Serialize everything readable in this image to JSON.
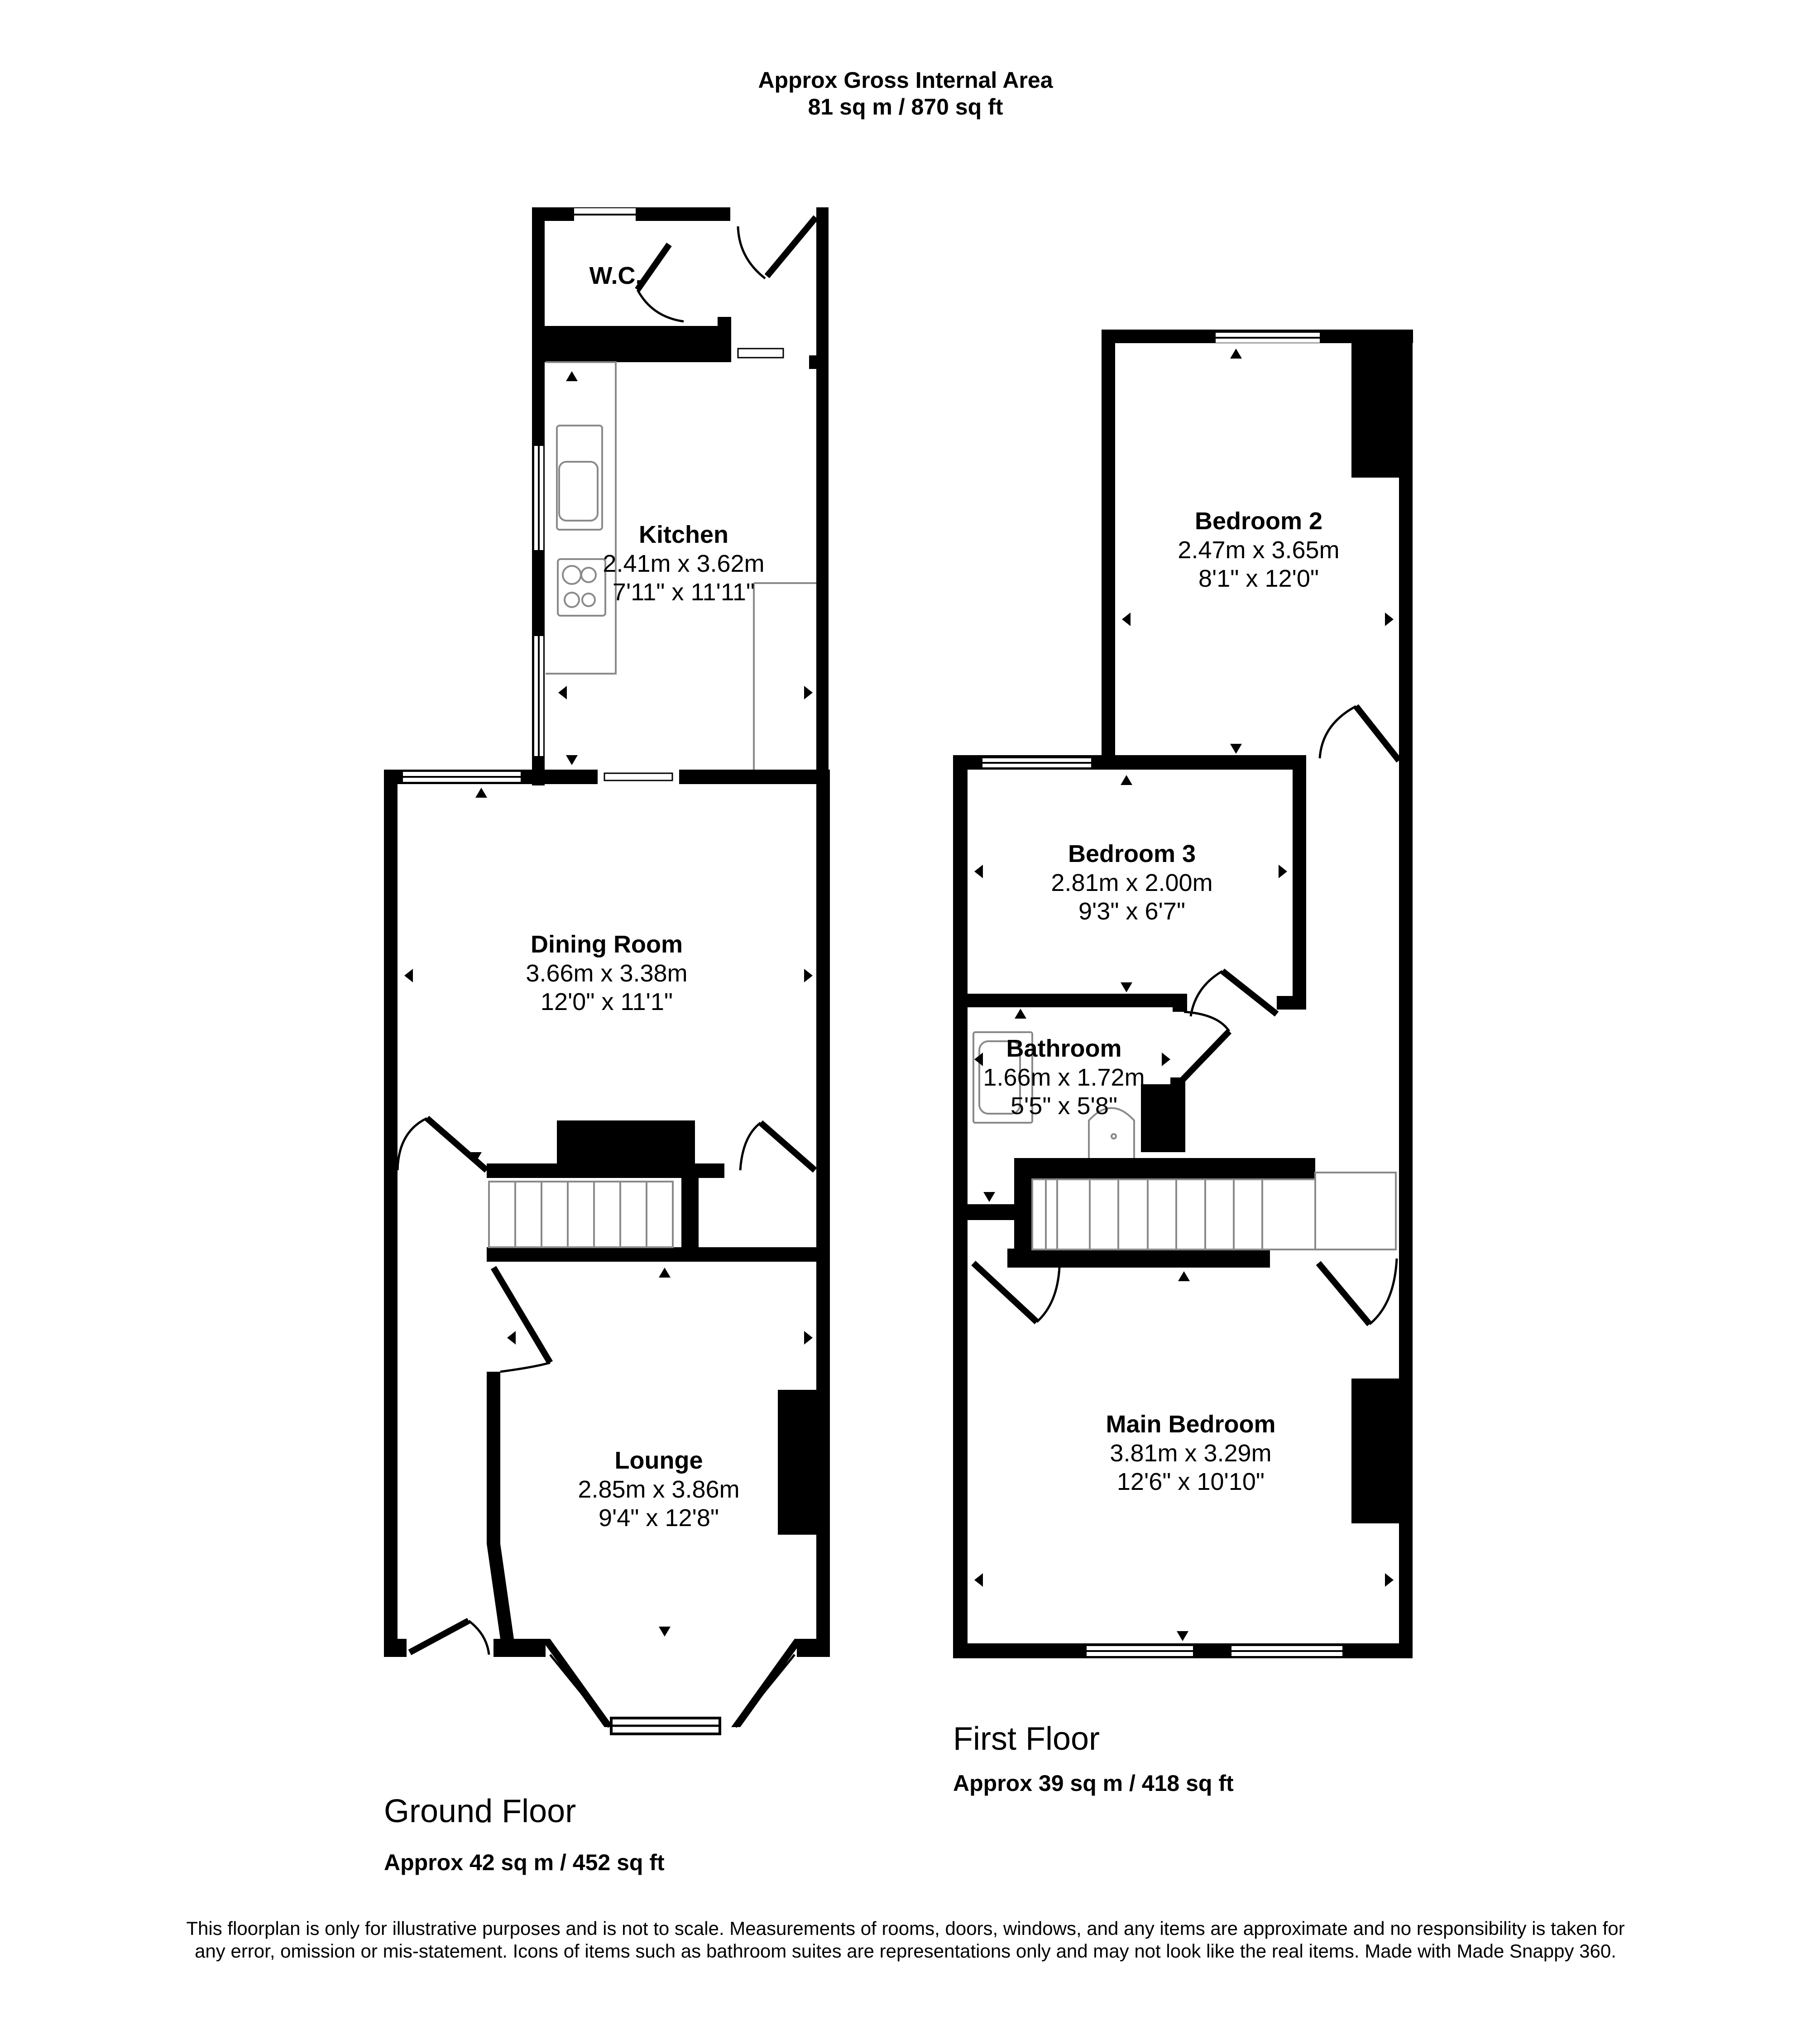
{
  "header": {
    "title": "Approx Gross Internal Area",
    "total_area": "81 sq m / 870 sq ft"
  },
  "floors": [
    {
      "title": "Ground Floor",
      "area": "Approx 42 sq m / 452 sq ft",
      "rooms": [
        {
          "name": "W.C.",
          "metric": "",
          "imperial": ""
        },
        {
          "name": "Kitchen",
          "metric": "2.41m x 3.62m",
          "imperial": "7'11\" x 11'11\""
        },
        {
          "name": "Dining Room",
          "metric": "3.66m x 3.38m",
          "imperial": "12'0\" x 11'1\""
        },
        {
          "name": "Lounge",
          "metric": "2.85m x 3.86m",
          "imperial": "9'4\" x 12'8\""
        }
      ]
    },
    {
      "title": "First Floor",
      "area": "Approx 39 sq m / 418 sq ft",
      "rooms": [
        {
          "name": "Bedroom 2",
          "metric": "2.47m x 3.65m",
          "imperial": "8'1\" x 12'0\""
        },
        {
          "name": "Bedroom 3",
          "metric": "2.81m x 2.00m",
          "imperial": "9'3\" x 6'7\""
        },
        {
          "name": "Bathroom",
          "metric": "1.66m x 1.72m",
          "imperial": "5'5\" x 5'8\""
        },
        {
          "name": "Main Bedroom",
          "metric": "3.81m x 3.29m",
          "imperial": "12'6\" x 10'10\""
        }
      ]
    }
  ],
  "disclaimer": "This floorplan is only for illustrative purposes and is not to scale. Measurements of rooms, doors, windows, and any items are approximate and no responsibility is taken for any error, omission or mis-statement. Icons of items such as bathroom suites are representations only and may not look like the real items. Made with Made Snappy 360.",
  "colors": {
    "wall": "#000000",
    "fixture": "#8a8a8a",
    "background": "#ffffff"
  }
}
